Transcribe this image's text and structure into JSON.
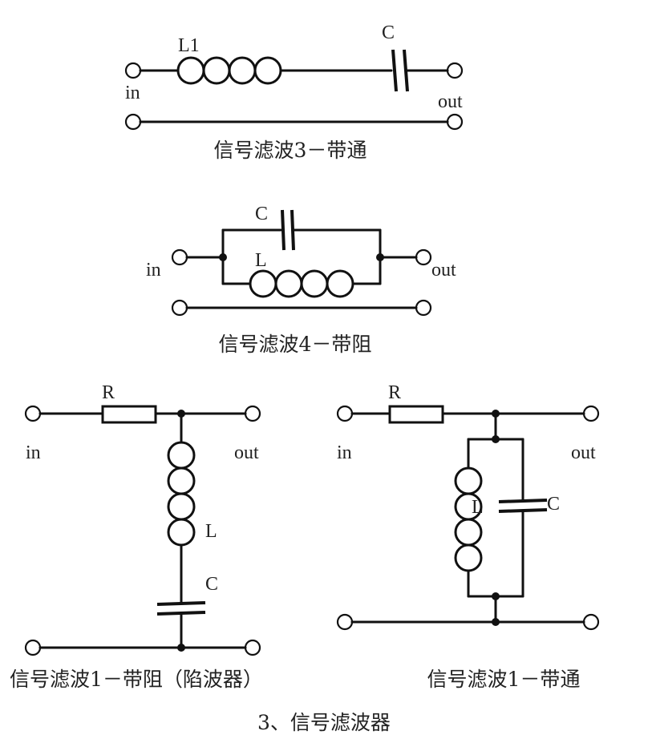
{
  "figure_title": "3、信号滤波器",
  "circuits": {
    "bandpass3": {
      "caption": "信号滤波3－带通",
      "inductor_label": "L1",
      "capacitor_label": "C",
      "in_label": "in",
      "out_label": "out"
    },
    "bandstop4": {
      "caption": "信号滤波4－带阻",
      "inductor_label": "L",
      "capacitor_label": "C",
      "in_label": "in",
      "out_label": "out"
    },
    "bandstop1_notch": {
      "caption": "信号滤波1－带阻（陷波器）",
      "resistor_label": "R",
      "inductor_label": "L",
      "capacitor_label": "C",
      "in_label": "in",
      "out_label": "out"
    },
    "bandpass1": {
      "caption": "信号滤波1－带通",
      "resistor_label": "R",
      "inductor_label": "L",
      "capacitor_label": "C",
      "in_label": "in",
      "out_label": "out"
    }
  }
}
